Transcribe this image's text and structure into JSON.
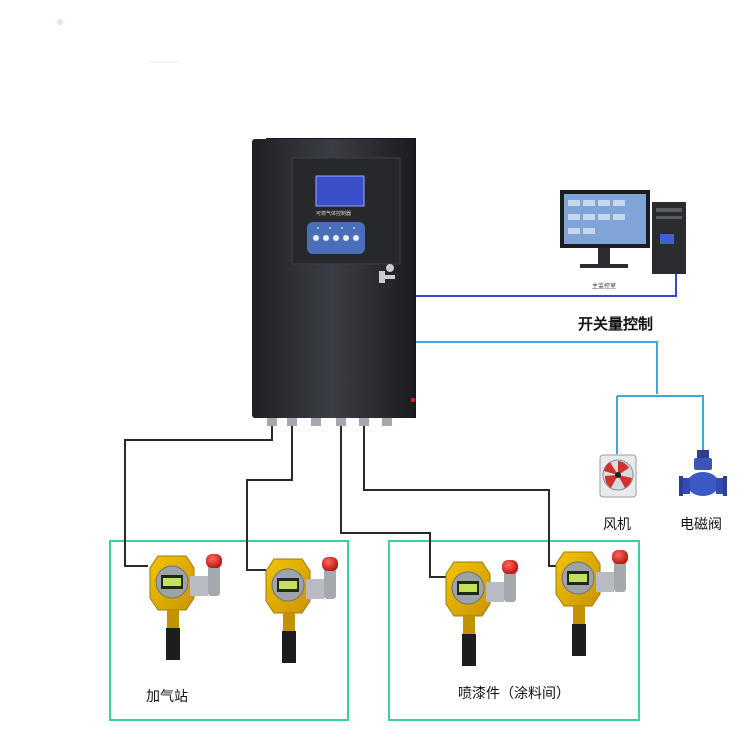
{
  "labels": {
    "switch_control": "开关量控制",
    "fan": "风机",
    "solenoid_valve": "电磁阀",
    "gas_station": "加气站",
    "paint_room": "喷漆件（涂料间）",
    "pc_caption": "主监控室",
    "panel_caption": "可燃气体控制器"
  },
  "colors": {
    "cabinet": "#2b2d31",
    "screen": "#3a4fc9",
    "wire_dark": "#2a2a2a",
    "wire_pc": "#3a46c8",
    "wire_relay": "#3fa9d6",
    "zone_border": "#36d39a",
    "detector_body": "#e3b000",
    "beacon": "#d42020"
  },
  "icons": [
    "controller-cabinet",
    "monitor-pc",
    "fan-icon",
    "valve-icon",
    "gas-detector"
  ]
}
